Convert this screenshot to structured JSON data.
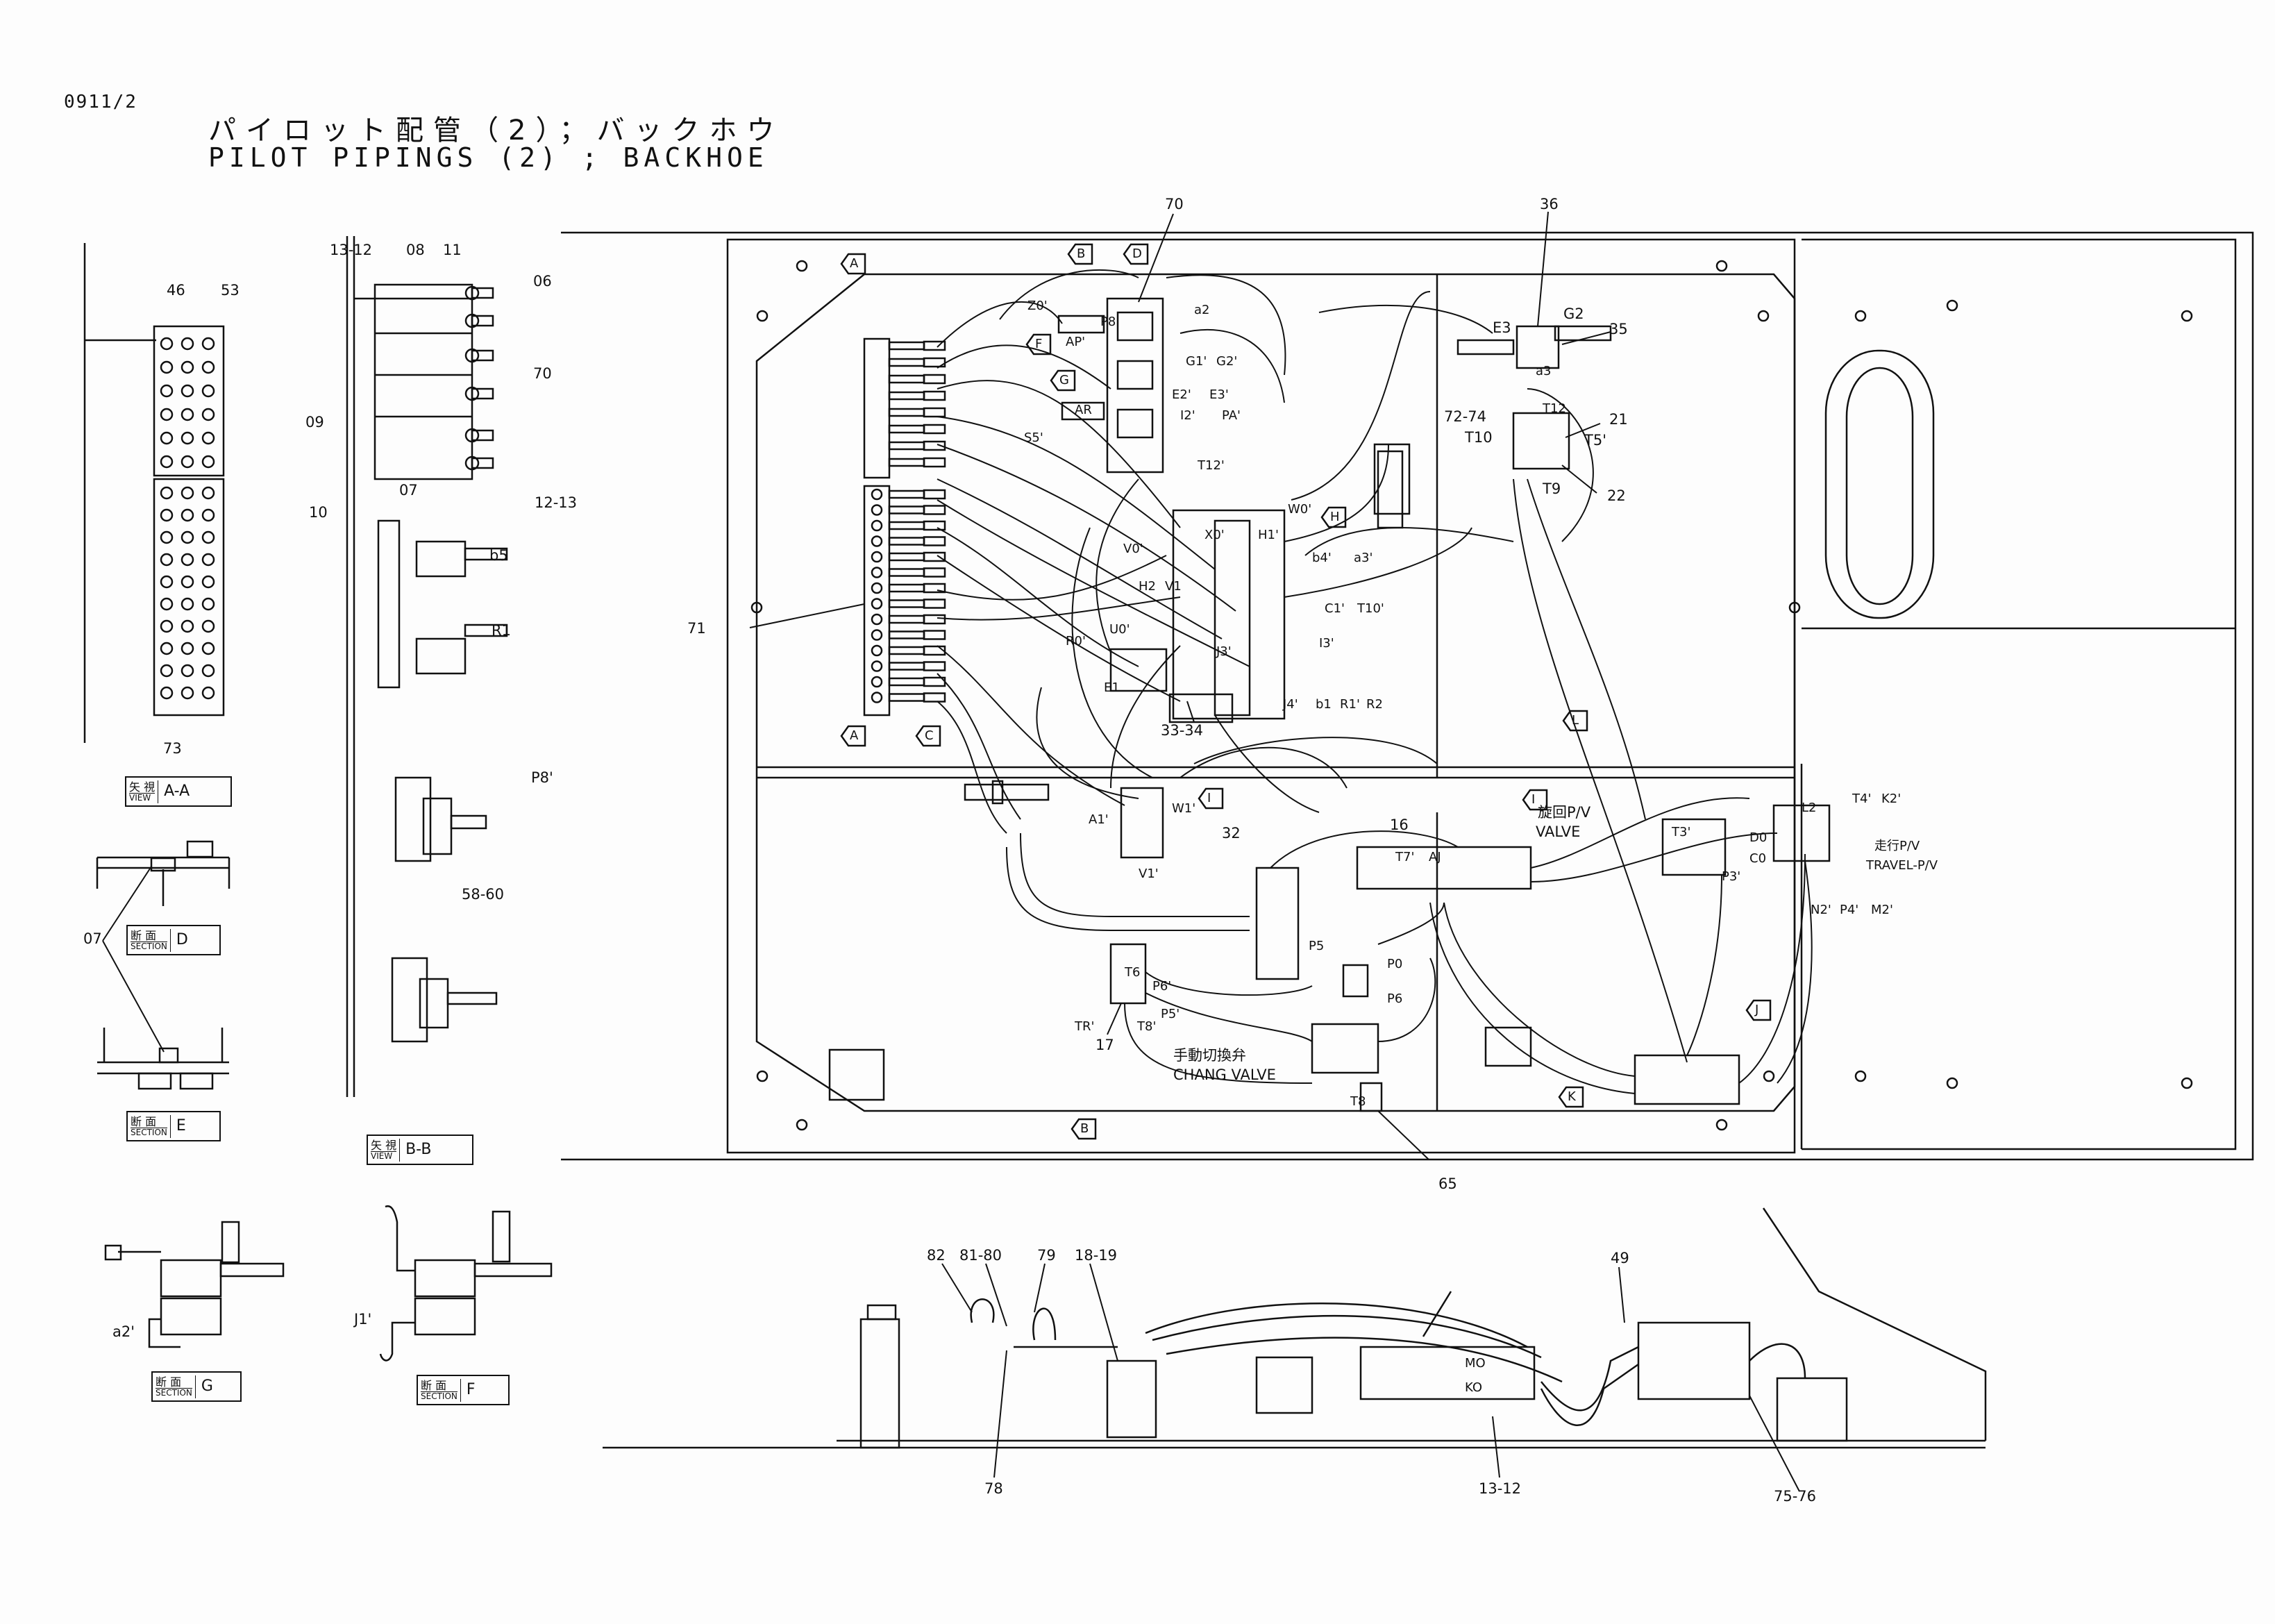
{
  "header": {
    "page_code": "0911/2",
    "title_jp": "パイロット配管（2）；バックホウ",
    "title_en": "PILOT PIPINGS (2) ; BACKHOE"
  },
  "views": {
    "view_aa": {
      "jp": "矢 視",
      "en": "VIEW",
      "tag": "A-A"
    },
    "view_bb": {
      "jp": "矢 視",
      "en": "VIEW",
      "tag": "B-B"
    },
    "section_d": {
      "jp": "断 面",
      "en": "SECTION",
      "tag": "D"
    },
    "section_e": {
      "jp": "断 面",
      "en": "SECTION",
      "tag": "E"
    },
    "section_g": {
      "jp": "断 面",
      "en": "SECTION",
      "tag": "G"
    },
    "section_f": {
      "jp": "断 面",
      "en": "SECTION",
      "tag": "F"
    }
  },
  "callouts": {
    "c46": "46",
    "c53": "53",
    "c73": "73",
    "c07": "07",
    "c13_12_top": "13-12",
    "c08": "08",
    "c11": "11",
    "c06": "06",
    "c70_left": "70",
    "c09": "09",
    "c10": "10",
    "c07b": "07",
    "c12_13": "12-13",
    "b5": "b5",
    "r1": "R1",
    "p8p": "P8'",
    "c58_60": "58-60",
    "a2p": "a2'",
    "j1p": "J1'",
    "c70": "70",
    "c36": "36",
    "c35": "35",
    "g2": "G2",
    "e3": "E3",
    "a3": "a3",
    "c72_74": "72-74",
    "t10": "T10",
    "c21": "21",
    "t5p": "T5'",
    "t9": "T9",
    "c22": "22",
    "t12": "T12",
    "c71": "71",
    "c32": "32",
    "c33_34": "33-34",
    "c16": "16",
    "c17": "17",
    "c65": "65",
    "z0p": "Z0'",
    "ap": "AP'",
    "p8": "P8",
    "g1p": "G1'",
    "g2p": "G2'",
    "a2": "a2",
    "e2p": "E2'",
    "e3p": "E3'",
    "pap": "PA'",
    "i2p": "I2'",
    "t12p": "T12'",
    "s5p": "S5'",
    "ar": "AR",
    "w0p": "W0'",
    "h1p": "H1'",
    "x0p": "X0'",
    "v0p": "V0'",
    "b4p": "b4'",
    "a3p": "a3'",
    "h2": "H2",
    "v1": "V1",
    "c1p": "C1'",
    "t10p": "T10'",
    "r0p": "R0'",
    "u0p": "U0'",
    "i3p": "I3'",
    "j3p": "J3'",
    "j4p": "J4'",
    "b1": "b1",
    "r1p": "R1'",
    "r2": "R2",
    "e1": "E1",
    "a1p": "A1'",
    "w1p": "W1'",
    "v1p": "V1'",
    "t7p": "T7'",
    "aj": "AJ",
    "tr": "TR'",
    "t6": "T6",
    "p6p": "P6'",
    "p5p": "P5'",
    "t8p": "T8'",
    "p5": "P5",
    "p0": "P0",
    "p6": "P6",
    "t8": "T8",
    "t3p": "T3'",
    "d0": "D0",
    "c0": "C0",
    "p3p": "P3'",
    "l2": "L2",
    "t4p": "T4'",
    "k2p": "K2'",
    "n2p": "N2'",
    "p4p": "P4'",
    "m2p": "M2'",
    "c82": "82",
    "c81_80": "81-80",
    "c79": "79",
    "c18_19": "18-19",
    "c49": "49",
    "c78": "78",
    "c13_12_bot": "13-12",
    "c75_76": "75-76",
    "mo": "MO",
    "ko": "KO"
  },
  "valve_labels": {
    "travel_jp": "走行P/V",
    "travel_en": "TRAVEL-P/V",
    "swing_jp": "旋回P/V",
    "swing_en": "VALVE",
    "change_jp": "手動切換弁",
    "change_en": "CHANG VALVE"
  },
  "markers": [
    "A",
    "B",
    "D",
    "F",
    "G",
    "H",
    "I",
    "I",
    "L",
    "J",
    "K",
    "B",
    "A",
    "C"
  ]
}
